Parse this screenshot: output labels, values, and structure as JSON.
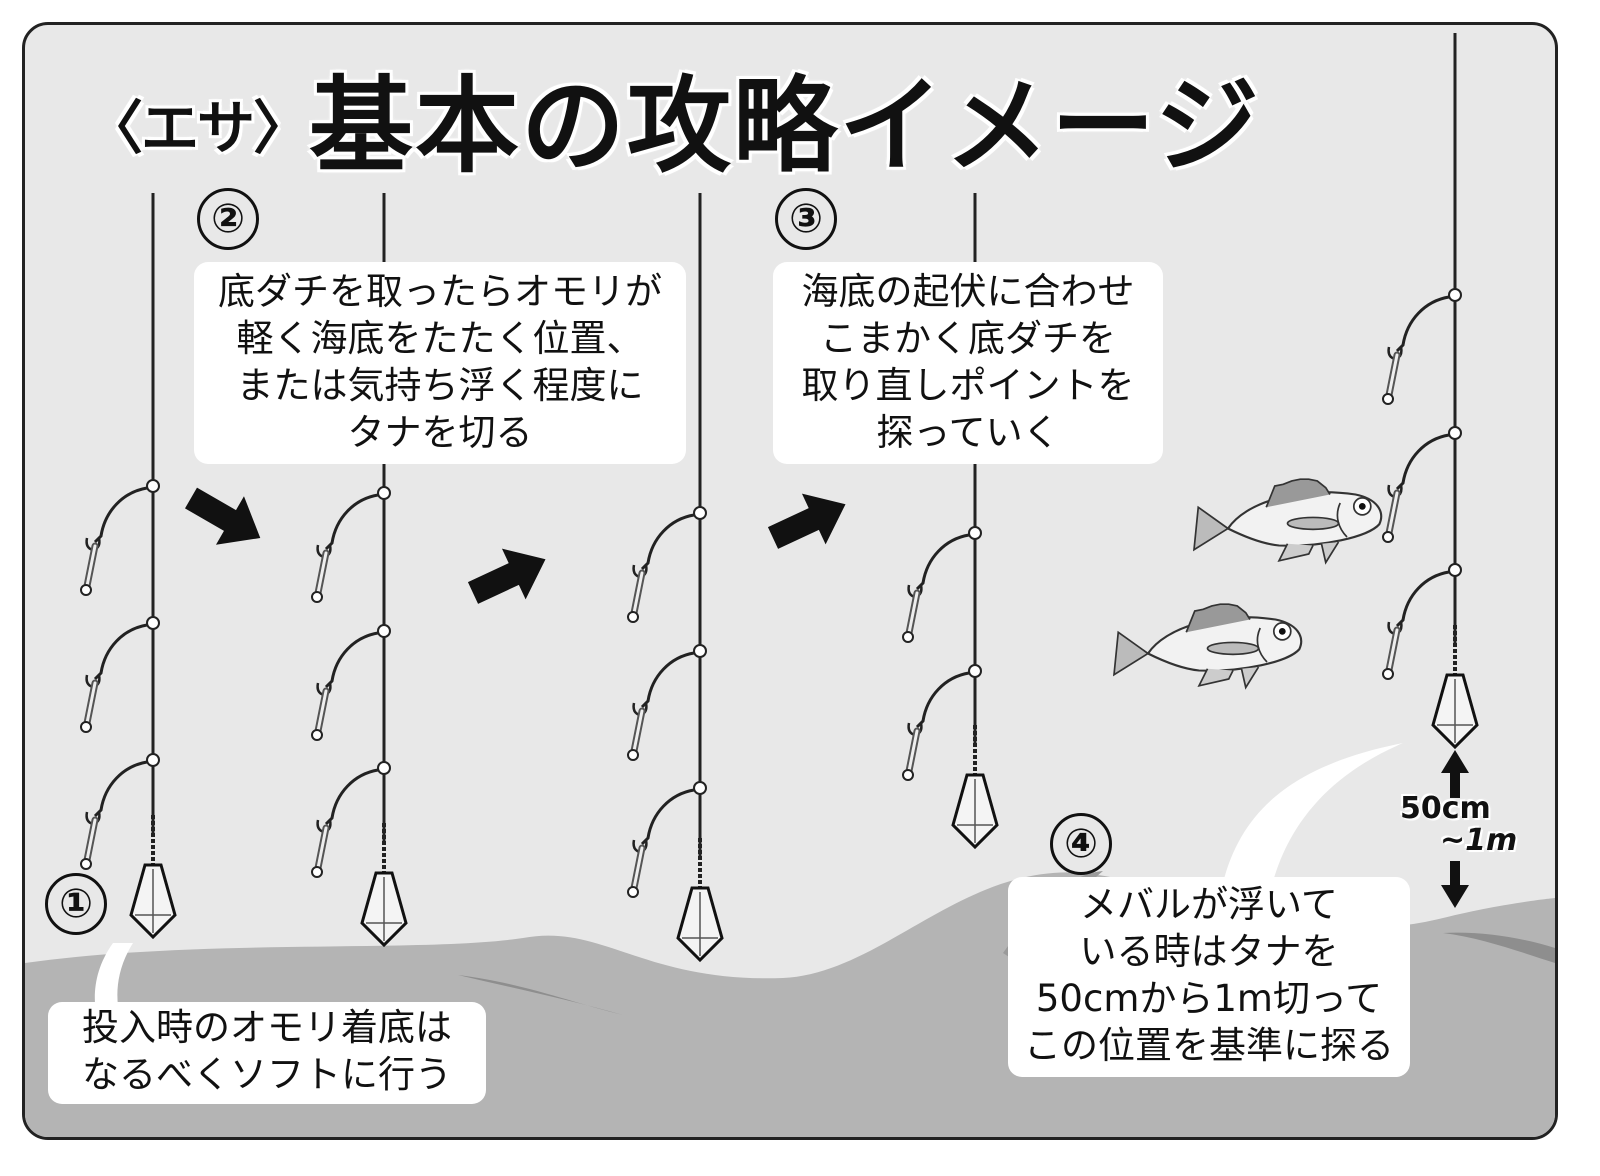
{
  "title": {
    "prefix": "〈エサ〉",
    "main": "基本の攻略イメージ"
  },
  "steps": [
    {
      "number": "①",
      "text": "投入時のオモリ着底は\nなるべくソフトに行う"
    },
    {
      "number": "②",
      "text": "底ダチを取ったらオモリが\n軽く海底をたたく位置、\nまたは気持ち浮く程度に\nタナを切る"
    },
    {
      "number": "③",
      "text": "海底の起伏に合わせ\nこまかく底ダチを\n取り直しポイントを\n探っていく"
    },
    {
      "number": "④",
      "text": "メバルが浮いて\nいる時はタナを\n50cmから1m切って\nこの位置を基準に探る"
    }
  ],
  "distance_label": {
    "line1": "50cm",
    "line2": "~1m"
  },
  "icons": {
    "arrows": [
      "arrow-down-right-icon",
      "arrow-up-right-icon",
      "arrow-up-right-icon"
    ],
    "rig": "fishing-rig-icon",
    "sinker": "sinker-weight-icon",
    "fish": "mebaru-fish-icon",
    "distance_arrows": "double-vertical-arrow-icon"
  },
  "colors": {
    "water": "#e8e8e8",
    "seabed": "#b4b4b4",
    "seabed_shadow": "#8e8e8e",
    "line": "#222222",
    "bubble": "#ffffff"
  }
}
